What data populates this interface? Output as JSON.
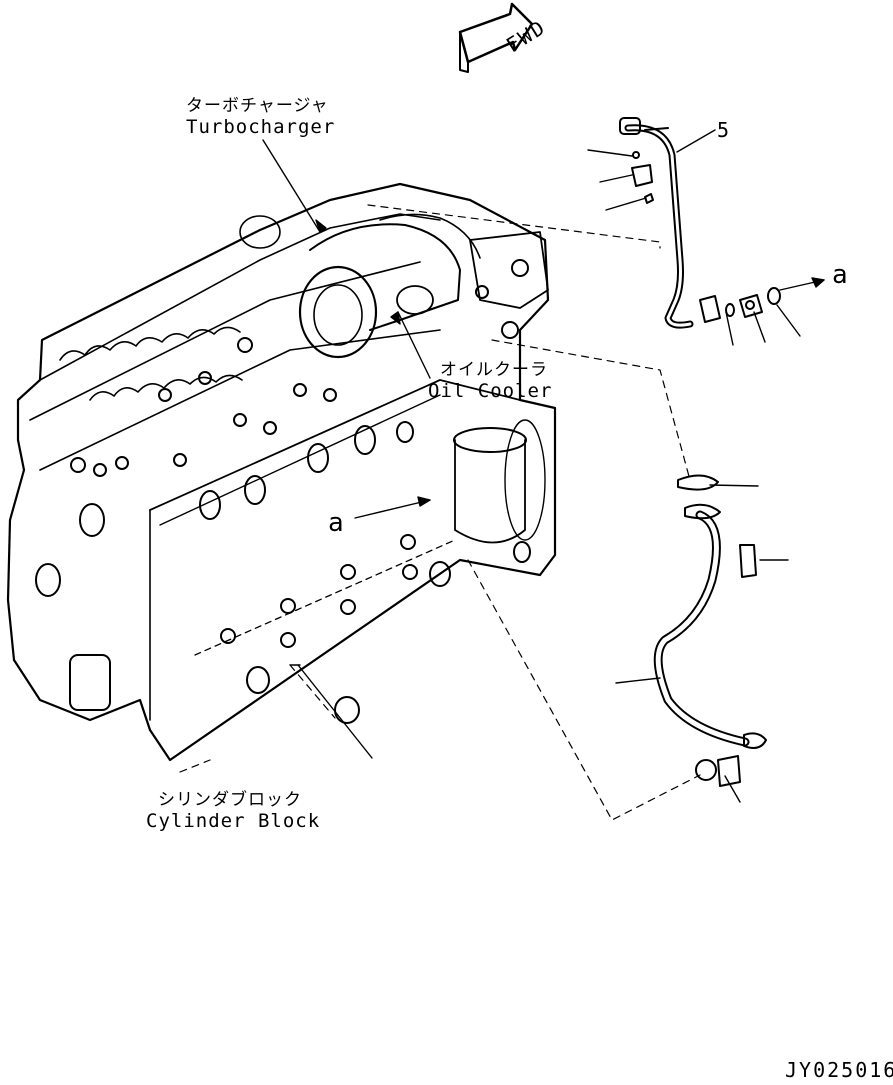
{
  "fwd": {
    "text": "FWD"
  },
  "labels": {
    "turbocharger_jp": "ターボチャージャ",
    "turbocharger_en": "Turbocharger",
    "oil_cooler_jp": "オイルクーラ",
    "oil_cooler_en": "Oil Cooler",
    "cylinder_block_jp": "シリンダブロック",
    "cylinder_block_en": "Cylinder Block",
    "ref_a_right": "a",
    "ref_a_block": "a",
    "part_5": "5"
  },
  "drawing_code": "JY025016",
  "colors": {
    "ink": "#000000",
    "paper": "#ffffff"
  }
}
